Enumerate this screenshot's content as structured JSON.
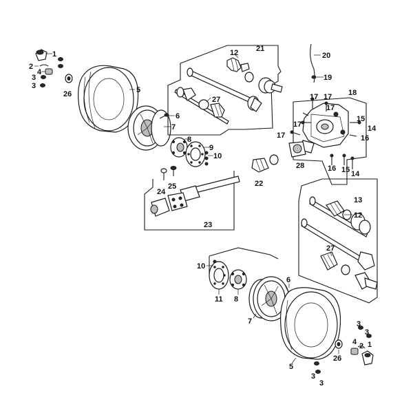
{
  "labels": {
    "p1_tl": "1",
    "p2_tl": "2",
    "p4_tl": "4",
    "p3a_tl": "3",
    "p3b_tl": "3",
    "p26_tl": "26",
    "p5_tl": "5",
    "p6_tl": "6",
    "p7_tl": "7",
    "p8_tl": "8",
    "p9_tl": "9",
    "p10_tl": "10",
    "p21": "21",
    "p12_top": "12",
    "p27_top": "27",
    "p20": "20",
    "p19": "19",
    "p18": "18",
    "p17a": "17",
    "p17b": "17",
    "p17c": "17",
    "p17d": "17",
    "p17e": "17",
    "p15a": "15",
    "p14a": "14",
    "p16a": "16",
    "p16b": "16",
    "p15b": "15",
    "p14b": "14",
    "p28": "28",
    "p22": "22",
    "p24": "24",
    "p25": "25",
    "p23": "23",
    "p13": "13",
    "p12_bot": "12",
    "p27_bot": "27",
    "p10_bl": "10",
    "p11_bl": "11",
    "p8_bl": "8",
    "p6_bl": "6",
    "p7_bl": "7",
    "p5_br": "5",
    "p26_br": "26",
    "p4_br": "4",
    "p2_br": "2",
    "p1_br": "1",
    "p3a_br": "3",
    "p3b_br": "3",
    "p3c_br": "3",
    "p3d_br": "3"
  }
}
